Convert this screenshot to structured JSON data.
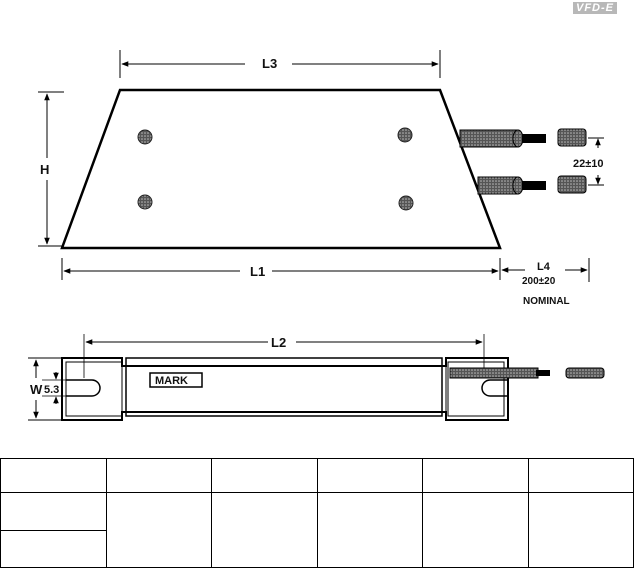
{
  "logo": "VFD-E",
  "labels": {
    "l3": "L3",
    "h": "H",
    "l1": "L1",
    "l4": "L4",
    "l4_value": "200±20",
    "nominal": "NOMINAL",
    "lead_spacing": "22±10",
    "l2": "L2",
    "w": "W",
    "hole": "5.3",
    "mark": "MARK"
  },
  "table": {
    "header": [
      "",
      "",
      "",
      "",
      "",
      ""
    ],
    "rows": [
      [
        "",
        "",
        "",
        "",
        "",
        ""
      ],
      [
        ""
      ]
    ]
  }
}
